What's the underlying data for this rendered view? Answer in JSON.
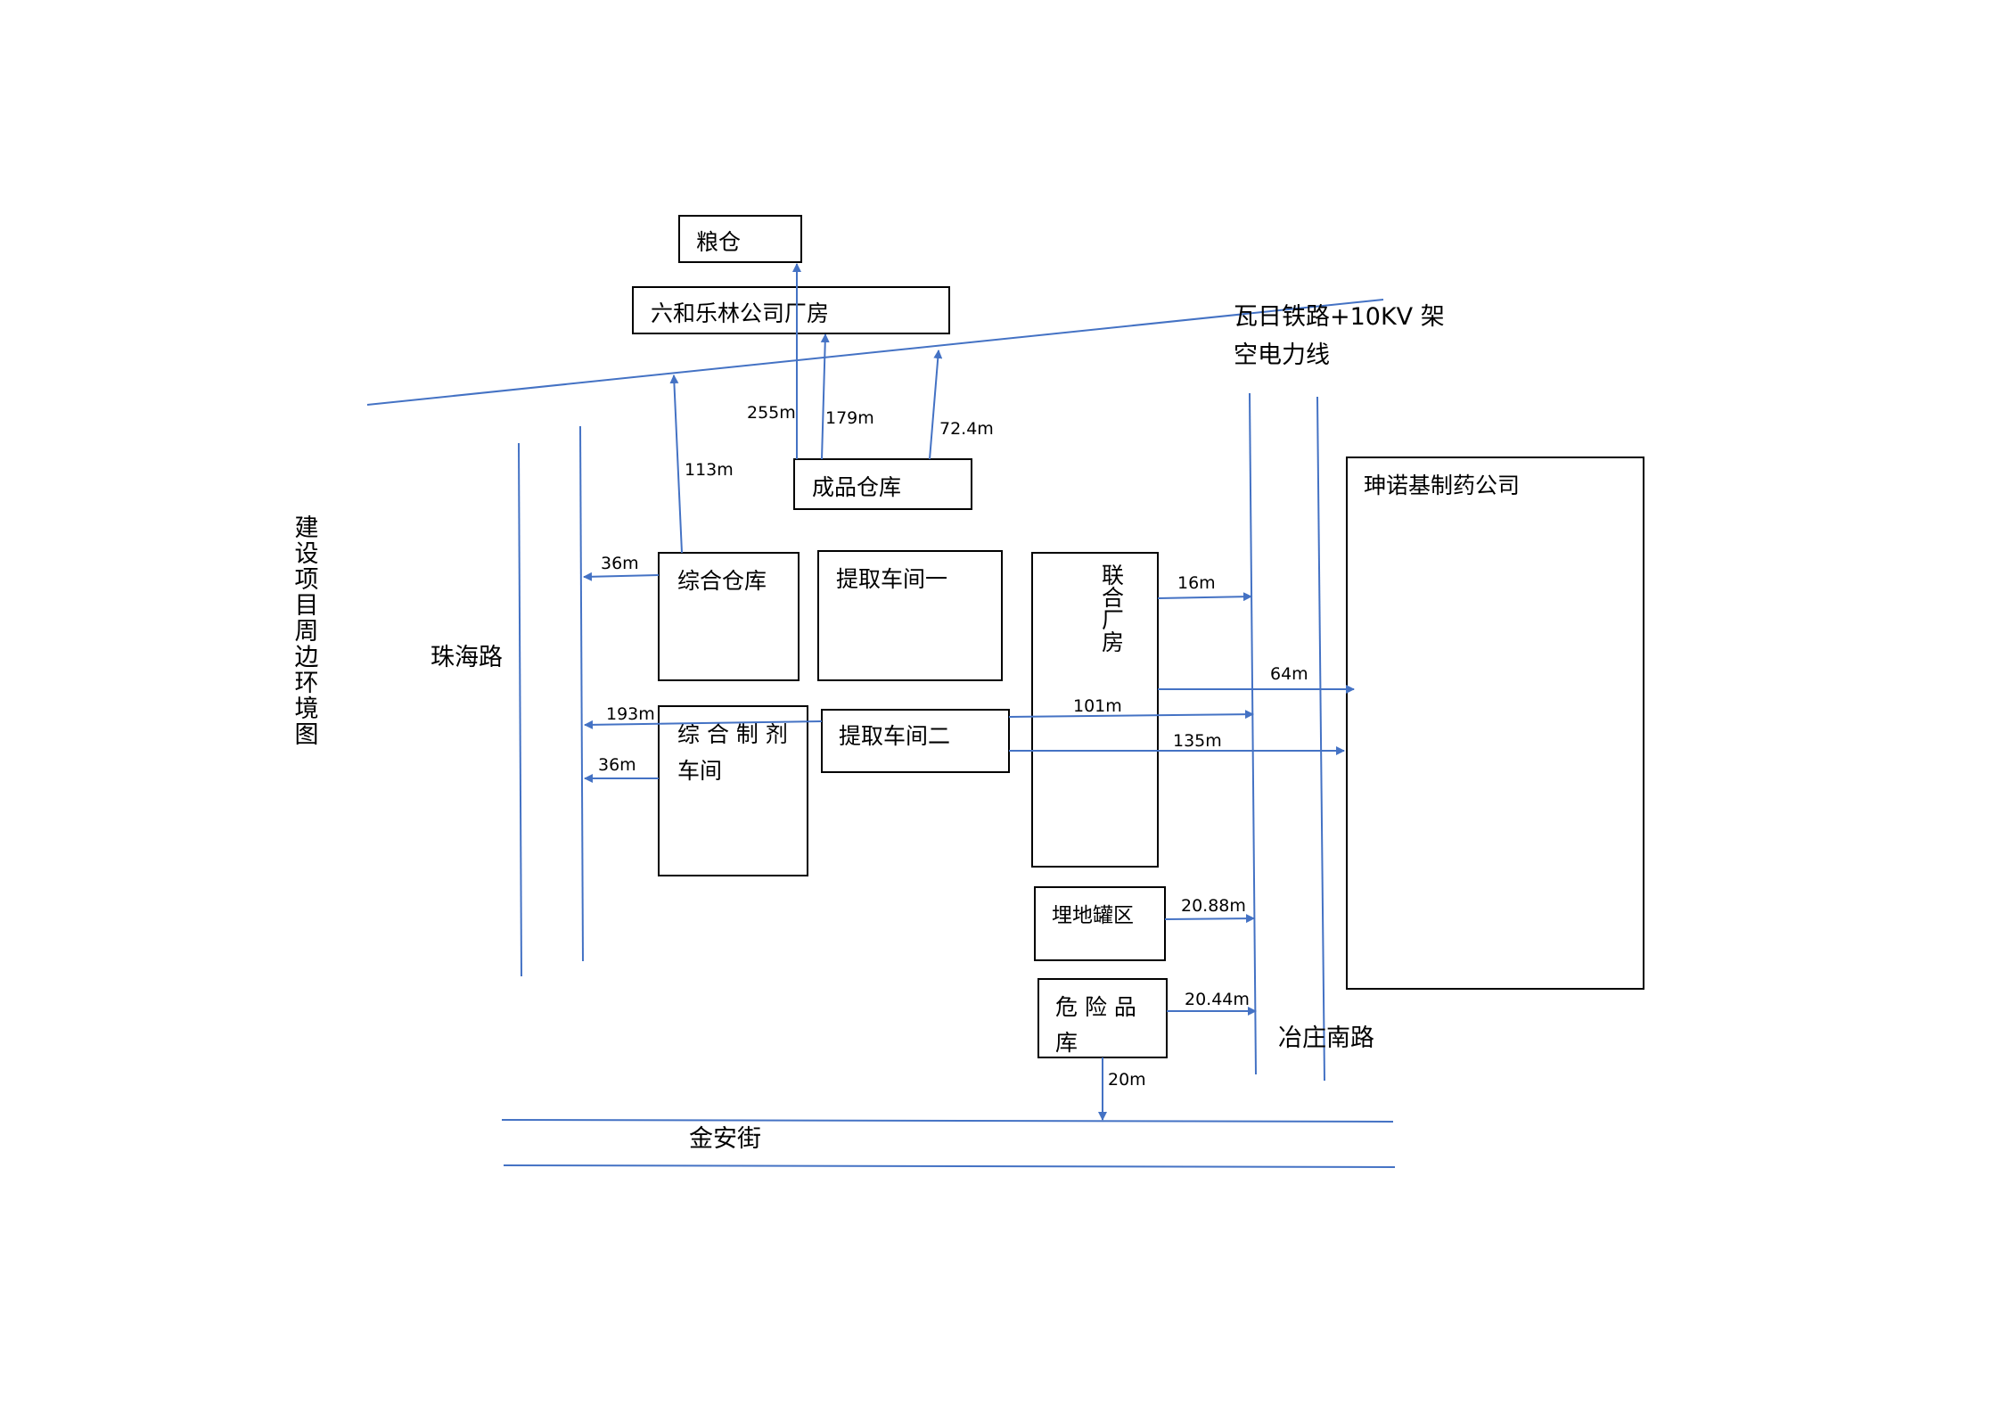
{
  "title": "建设项目周边环境图",
  "colors": {
    "line": "#4472c4",
    "box_stroke": "#000000",
    "text": "#000000",
    "background": "#ffffff"
  },
  "roads": {
    "zhuhai": "珠海路",
    "railway_line1": "瓦日铁路+10KV 架",
    "railway_line2": "空电力线",
    "yezhuang": "冶庄南路",
    "jinan": "金安街"
  },
  "buildings": {
    "liangcang": "粮仓",
    "liuhe": "六和乐林公司厂房",
    "chengpin": "成品仓库",
    "zonghe_cangku": "综合仓库",
    "tiqu1": "提取车间一",
    "lianhe": "联合厂房",
    "zhijiyao": "珅诺基制药公司",
    "zhiji_line1": "综 合 制 剂",
    "zhiji_line2": "车间",
    "tiqu2": "提取车间二",
    "maidi": "埋地罐区",
    "weixian_line1": "危 险 品",
    "weixian_line2": "库"
  },
  "distances": {
    "d255": "255m",
    "d179": "179m",
    "d72": "72.4m",
    "d113": "113m",
    "d36a": "36m",
    "d16": "16m",
    "d64": "64m",
    "d193": "193m",
    "d101": "101m",
    "d135": "135m",
    "d36b": "36m",
    "d2088": "20.88m",
    "d2044": "20.44m",
    "d20": "20m"
  }
}
